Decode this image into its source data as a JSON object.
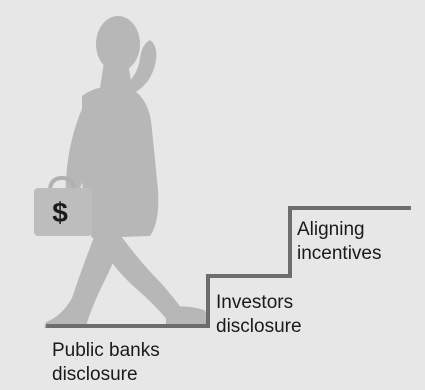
{
  "figure": {
    "symbol": "$",
    "colors": {
      "background": "#e7e7e7",
      "silhouette": "#b7b7b7",
      "stairs": "#6d6d6d",
      "text": "#1a1a1a"
    },
    "icons": [
      "walking-person-icon",
      "briefcase-icon"
    ]
  },
  "steps": [
    {
      "line1": "Public banks",
      "line2": "disclosure"
    },
    {
      "line1": "Investors",
      "line2": "disclosure"
    },
    {
      "line1": "Aligning",
      "line2": "incentives"
    }
  ]
}
